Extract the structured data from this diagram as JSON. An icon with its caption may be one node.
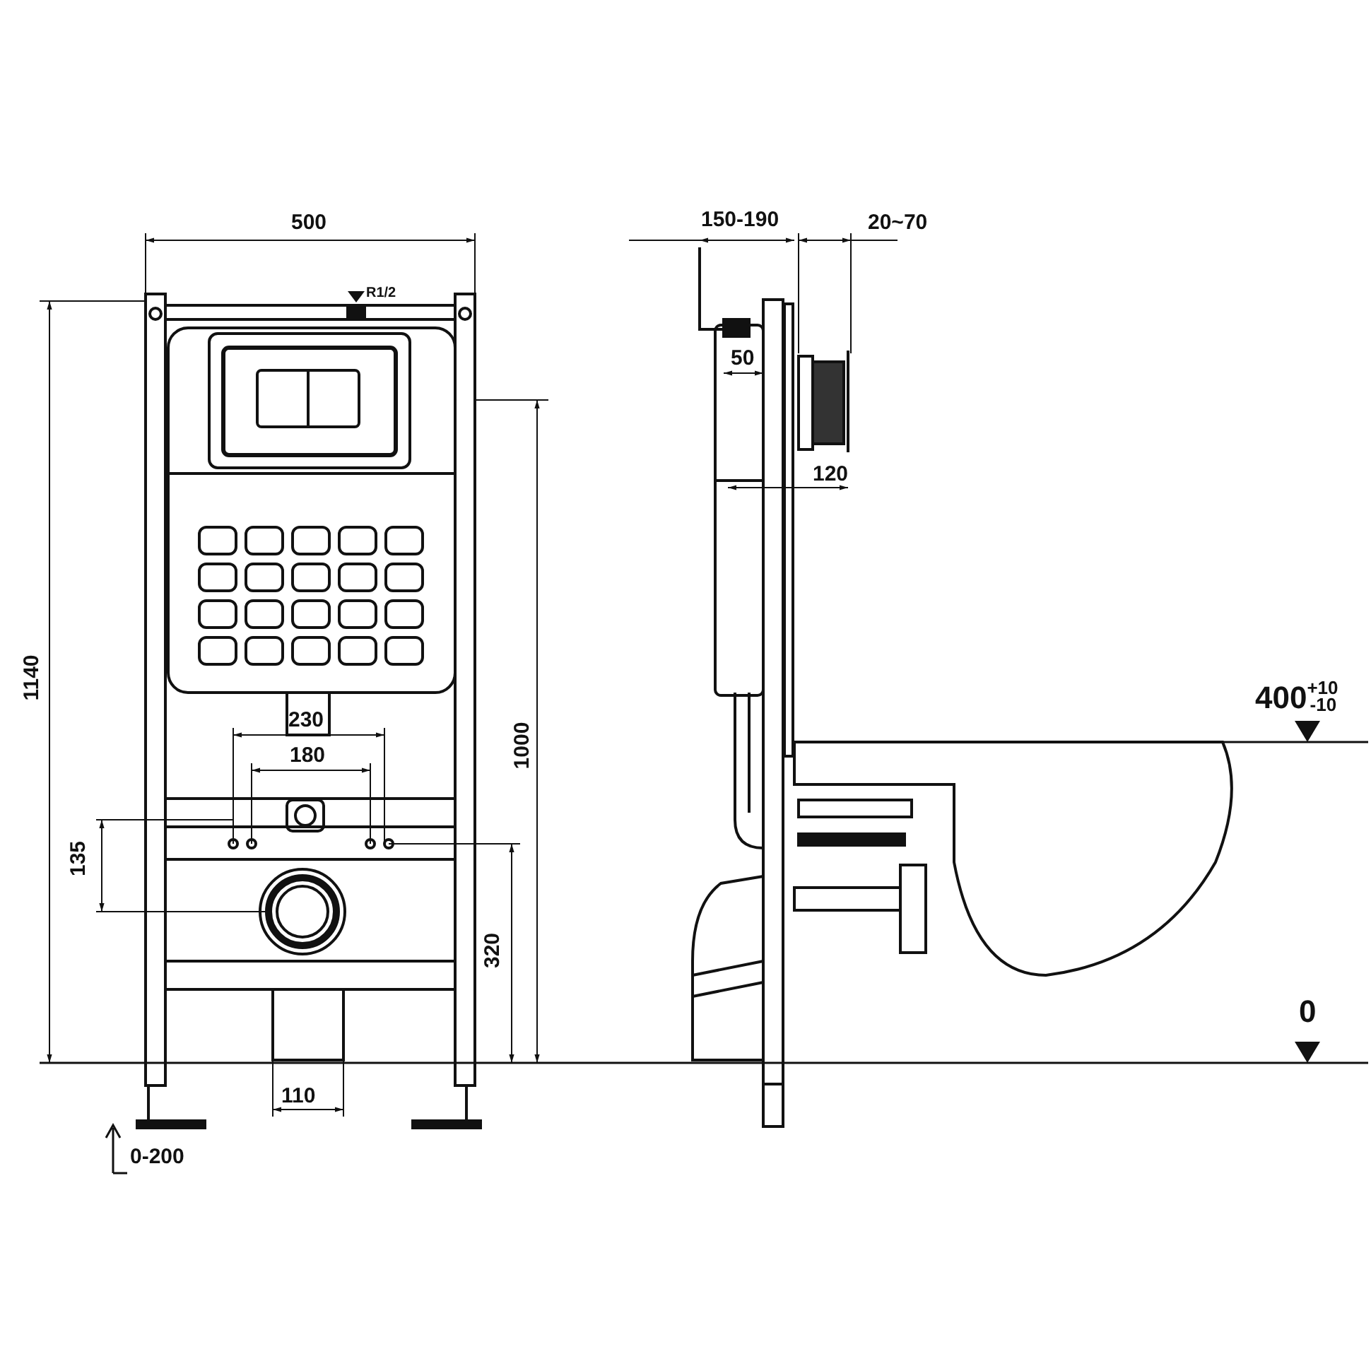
{
  "diagram": {
    "labels": [
      "500",
      "R1/2",
      "150-190",
      "20~70",
      "50",
      "120",
      "1140",
      "1000",
      "230",
      "180",
      "135",
      "320",
      "110",
      "0-200",
      "400$^{+10}$$_{-10}$",
      "0"
    ]
  }
}
